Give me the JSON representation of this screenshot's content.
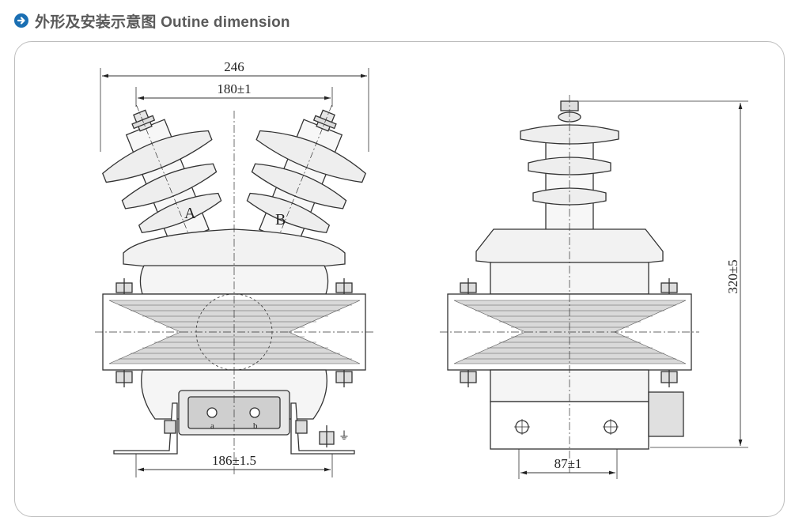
{
  "header": {
    "title": "外形及安装示意图 Outine dimension",
    "icon": "arrow-right-circle-icon",
    "accent_color": "#1a6fb3"
  },
  "drawing": {
    "front_view": {
      "overall_width": "246",
      "terminal_spacing": "180±1",
      "base_spacing": "186±1.5",
      "phase_a": "A",
      "phase_b": "B",
      "terminal_a": "a",
      "terminal_b": "b",
      "ground_symbol": "⏚"
    },
    "side_view": {
      "height": "320±5",
      "base_hole_spacing": "87±1"
    }
  }
}
